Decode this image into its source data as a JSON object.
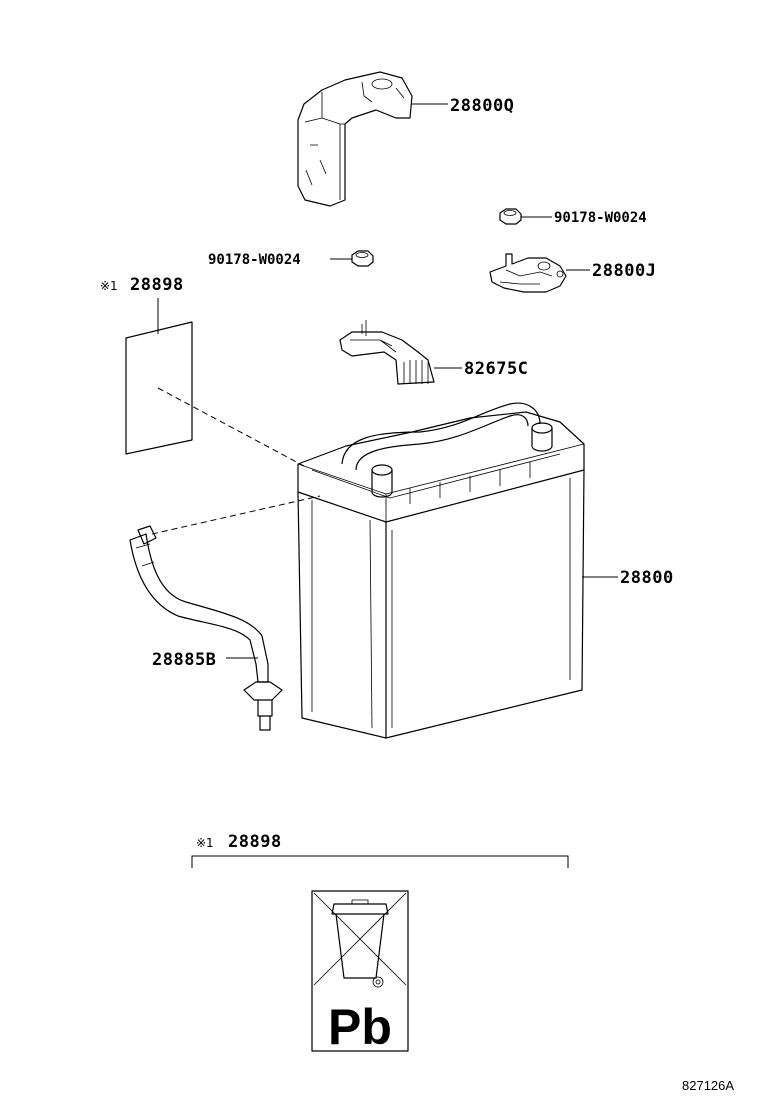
{
  "parts": {
    "cover": "28800Q",
    "nut_upper": "90178-W0024",
    "nut_lower": "90178-W0024",
    "terminal_clamp": "28800J",
    "label_sheet": "28898",
    "wire_harness": "82675C",
    "battery": "28800",
    "hose": "28885B"
  },
  "notes": {
    "note_mark": "※1",
    "bottom_label": "28898",
    "pb_text": "Pb"
  },
  "figure_code": "827126A"
}
